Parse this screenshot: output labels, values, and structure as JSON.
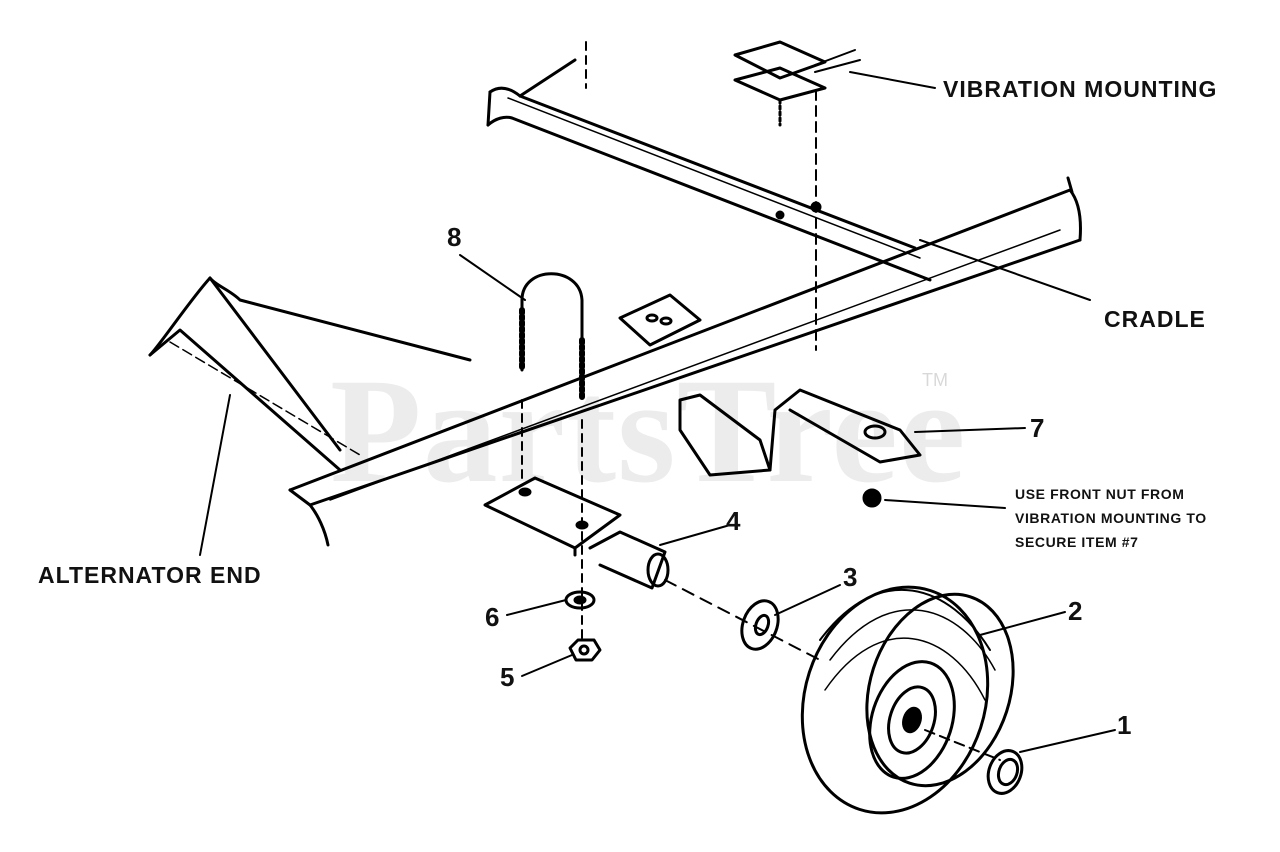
{
  "labels": {
    "vibration_mounting": "VIBRATION MOUNTING",
    "cradle": "CRADLE",
    "alternator_end": "ALTERNATOR END"
  },
  "note_lines": [
    "USE FRONT NUT FROM",
    "VIBRATION MOUNTING TO",
    "SECURE ITEM  #7"
  ],
  "callouts": [
    "1",
    "2",
    "3",
    "4",
    "5",
    "6",
    "7",
    "8"
  ],
  "watermark": {
    "text": "PartsTree",
    "tm": "TM"
  }
}
